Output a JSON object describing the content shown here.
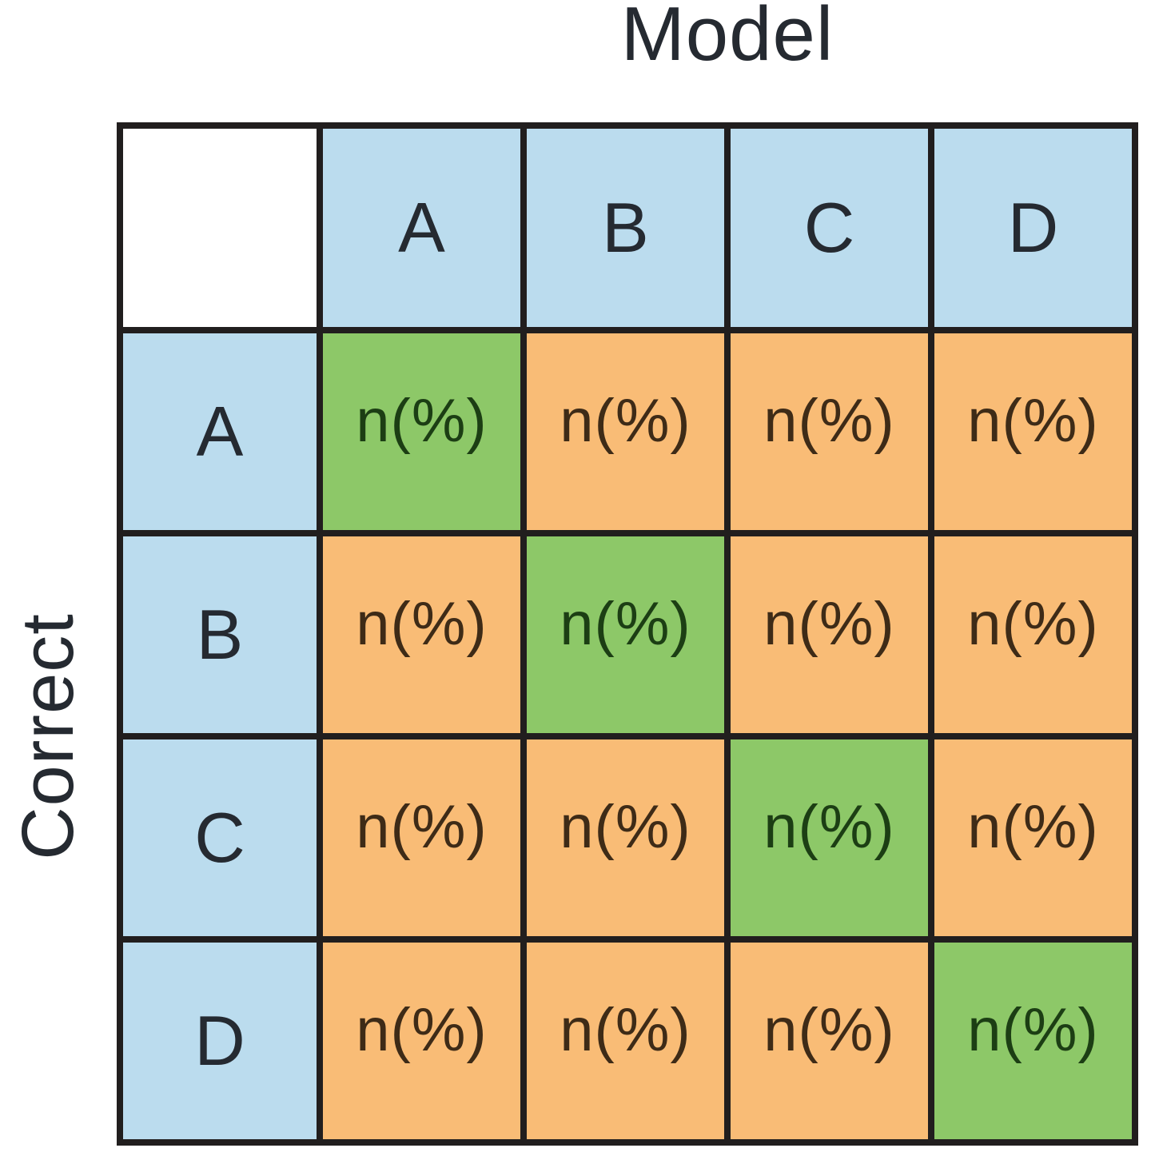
{
  "figure": {
    "x_axis_title": "Model",
    "y_axis_title": "Correct",
    "column_headers": [
      "A",
      "B",
      "C",
      "D"
    ],
    "row_headers": [
      "A",
      "B",
      "C",
      "D"
    ],
    "matrix": [
      [
        "n(%)",
        "n(%)",
        "n(%)",
        "n(%)"
      ],
      [
        "n(%)",
        "n(%)",
        "n(%)",
        "n(%)"
      ],
      [
        "n(%)",
        "n(%)",
        "n(%)",
        "n(%)"
      ],
      [
        "n(%)",
        "n(%)",
        "n(%)",
        "n(%)"
      ]
    ]
  },
  "colors": {
    "header_bg": "#bbdcee",
    "diag_bg": "#8dc868",
    "off_bg": "#f9bc76",
    "border": "#211e1e",
    "title_text": "#252a31",
    "header_text": "#252a31",
    "diag_text": "#1c3e14",
    "off_text": "#3e2b17"
  }
}
